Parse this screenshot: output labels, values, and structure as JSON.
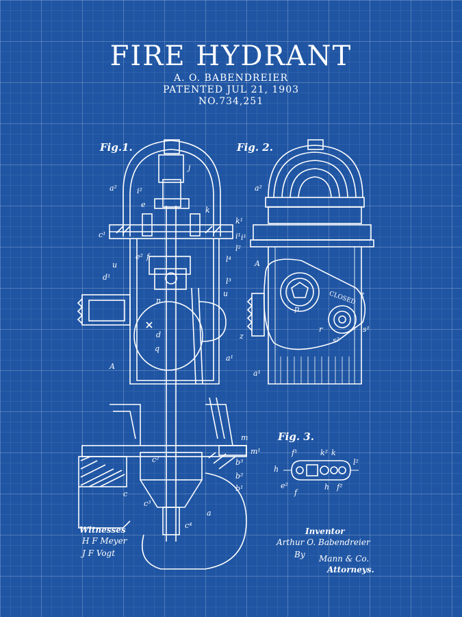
{
  "header": {
    "title": "FIRE HYDRANT",
    "inventor_line": "A. O. BABENDREIER",
    "patent_date": "PATENTED JUL 21, 1903",
    "patent_number": "NO.734,251"
  },
  "figures": {
    "fig1_label": "Fig.1.",
    "fig2_label": "Fig. 2.",
    "fig3_label": "Fig. 3."
  },
  "fig1_letters": [
    "j",
    "a²",
    "i²",
    "e",
    "k",
    "k¹",
    "c¹",
    "i¹",
    "l²",
    "u",
    "e²",
    "f",
    "l⁴",
    "d¹",
    "l³",
    "u",
    "n",
    "d",
    "q",
    "A",
    "a¹",
    "m",
    "m¹",
    "b³",
    "b²",
    "b¹",
    "c²",
    "c",
    "c³",
    "c⁴",
    "a"
  ],
  "fig2_letters": [
    "a²",
    "i¹",
    "A",
    "t",
    "p",
    "r",
    "s²",
    "s¹",
    "z",
    "a¹"
  ],
  "fig2_text": {
    "closed": "CLOSED"
  },
  "fig3_letters": [
    "f¹",
    "k²",
    "k",
    "l²",
    "h",
    "e²",
    "f",
    "h",
    "f²"
  ],
  "signatures": {
    "witnesses_label": "Witnesses",
    "witness1": "H F Meyer",
    "witness2": "J F Vogt",
    "inventor_label": "Inventor",
    "inventor_name": "Arthur O. Babendreier",
    "by": "By",
    "attorney": "Mann & Co.",
    "attorneys_label": "Attorneys."
  },
  "colors": {
    "background": "#1f55a3",
    "ink": "#ffffff"
  }
}
